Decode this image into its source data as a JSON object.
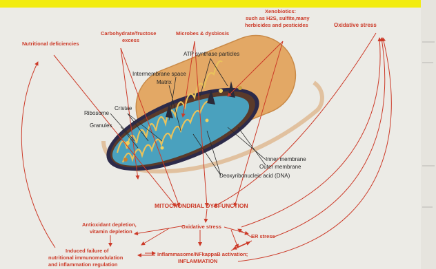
{
  "causes": {
    "nutritional": "Nutritional deficiencies",
    "carbohydrate_l1": "Carbohydrate/fructose",
    "carbohydrate_l2": "excess",
    "microbes": "Microbes & dysbiosis",
    "xenobiotics_l1": "Xenobiotics:",
    "xenobiotics_l2": "such as H2S, sulfite,many",
    "xenobiotics_l3": "herbicides and pesticides",
    "oxidative_top": "Oxidative stress"
  },
  "structure_labels": {
    "atp_synthase": "ATP synthase particles",
    "intermembrane": "Intermembrane space",
    "matrix": "Matrix",
    "ribosome": "Ribosome",
    "cristae": "Cristae",
    "granules": "Granules",
    "inner_membrane": "Inner membrane",
    "outer_membrane": "Outer membrane",
    "dna": "Deoxyribonucleic acid (DNA)"
  },
  "outcomes": {
    "mito_dysfunction": "MITOCHONDRIAL DYSFUNCTION",
    "oxidative_center": "Oxidative stress",
    "antioxidant_l1": "Antioxidant depletion,",
    "antioxidant_l2": "vitamin depletion",
    "er_stress": "ER stress",
    "induced_l1": "Induced failure of",
    "induced_l2": "nutritional immunomodulation",
    "induced_l3": "and inflammation regulation",
    "inflammasome_l1": "Inflammasome/NFkappaB activation;",
    "inflammasome_l2": "INFLAMMATION"
  },
  "colors": {
    "arrow": "#cc3a28",
    "outer_membrane": "#e3a865",
    "matrix": "#4aa1be",
    "cristae": "#e9c25c",
    "highlight": "#f2ec10"
  }
}
